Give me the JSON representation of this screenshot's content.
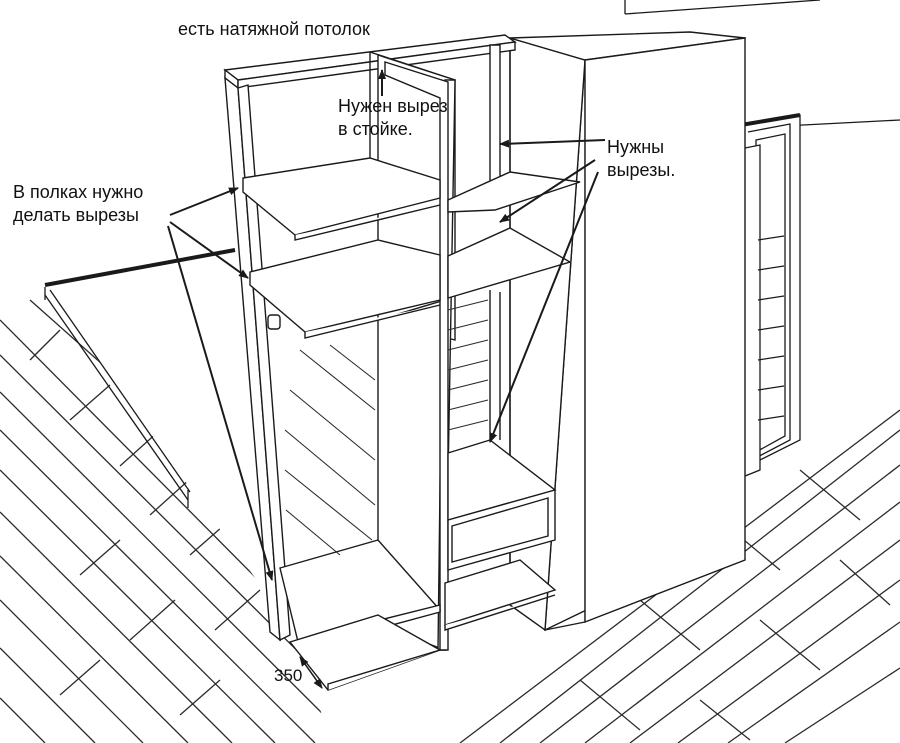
{
  "labels": {
    "ceiling_note": "есть натяжной потолок",
    "post_cut_line1": "Нужен вырез",
    "post_cut_line2": "в стойке.",
    "cuts_line1": "Нужны",
    "cuts_line2": "вырезы.",
    "shelves_line1": "В полках нужно",
    "shelves_line2": "делать вырезы",
    "dimension": "350"
  },
  "colors": {
    "line": "#1a1a1a",
    "floor": "#2b2b2b",
    "paper": "#ffffff"
  }
}
